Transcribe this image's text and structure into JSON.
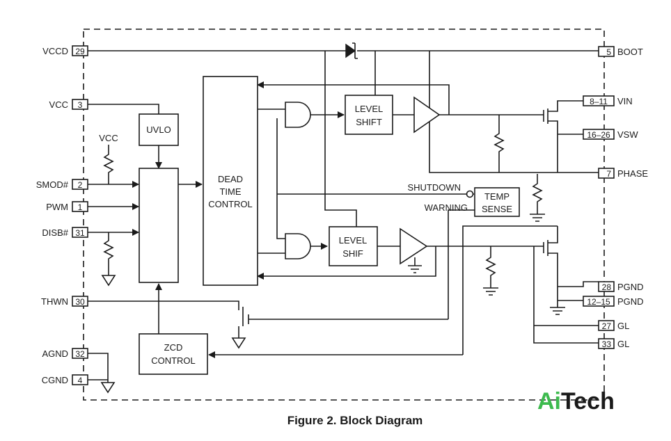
{
  "caption": "Figure 2. Block Diagram",
  "watermark": {
    "part1": "Ai",
    "part2": "Tech",
    "color1": "#3dba4e",
    "color2": "#1a1a1a"
  },
  "left_pins": [
    {
      "name": "VCCD",
      "num": "29"
    },
    {
      "name": "VCC",
      "num": "3"
    },
    {
      "name": "SMOD#",
      "num": "2"
    },
    {
      "name": "PWM",
      "num": "1"
    },
    {
      "name": "DISB#",
      "num": "31"
    },
    {
      "name": "THWN",
      "num": "30"
    },
    {
      "name": "AGND",
      "num": "32"
    },
    {
      "name": "CGND",
      "num": "4"
    }
  ],
  "right_pins": [
    {
      "name": "BOOT",
      "num": "5"
    },
    {
      "name": "VIN",
      "num": "8–11"
    },
    {
      "name": "VSW",
      "num": "16–26"
    },
    {
      "name": "PHASE",
      "num": "7"
    },
    {
      "name": "PGND",
      "num": "28"
    },
    {
      "name": "PGND",
      "num": "12–15"
    },
    {
      "name": "GL",
      "num": "27"
    },
    {
      "name": "GL",
      "num": "33"
    }
  ],
  "blocks": {
    "uvlo": "UVLO",
    "dead_time": [
      "DEAD",
      "TIME",
      "CONTROL"
    ],
    "level_shift_top": [
      "LEVEL",
      "SHIFT"
    ],
    "level_shift_bottom": [
      "LEVEL",
      "SHIF"
    ],
    "temp_sense": [
      "TEMP",
      "SENSE"
    ],
    "zcd": [
      "ZCD",
      "CONTROL"
    ]
  },
  "labels": {
    "vcc_pullup": "VCC",
    "shutdown": "SHUTDOWN",
    "warning": "WARNING"
  }
}
